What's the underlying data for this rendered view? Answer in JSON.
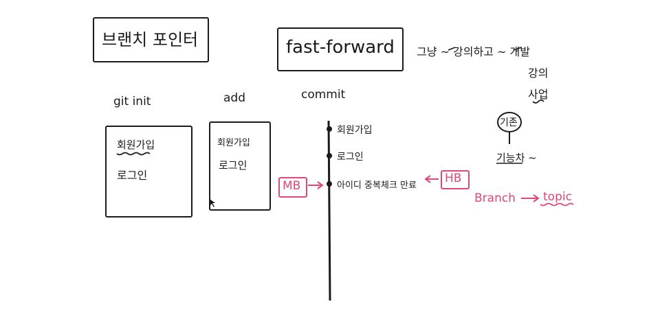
{
  "title": "브랜치 포인터",
  "fast_forward": "fast-forward",
  "note_right": {
    "line1": "그냥 ~ 강의하고 ~ 개발",
    "line2": "강의",
    "line3": "사업",
    "circle": "기존",
    "bottom": "기능차 ~"
  },
  "columns": {
    "git_init": "git init",
    "add": "add",
    "commit": "commit"
  },
  "stage_box_1": {
    "item1": "회원가입",
    "item2": "로그인"
  },
  "stage_box_2": {
    "item1": "회원가입",
    "item2": "로그인"
  },
  "commits": [
    "회원가입",
    "로그인",
    "아이디 중복체크 만료"
  ],
  "labels": {
    "mb": "MB",
    "hb": "HB"
  },
  "branch_topic": {
    "left": "Branch",
    "right": "topic"
  },
  "colors": {
    "ink": "#1a1a1a",
    "accent": "#e0457b"
  }
}
